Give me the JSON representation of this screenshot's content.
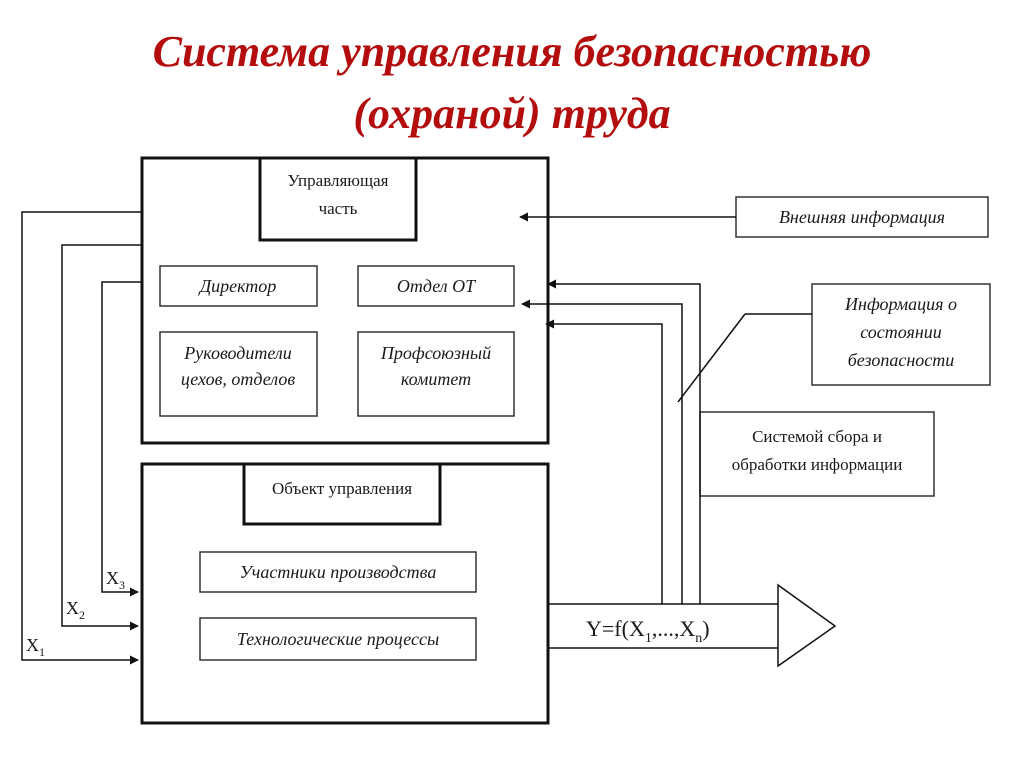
{
  "title": {
    "line1": "Система управления безопасностью",
    "line2": "(охраной) труда"
  },
  "control_part": {
    "label": [
      "Управляющая",
      "часть"
    ],
    "director": "Директор",
    "ot_dept": "Отдел ОТ",
    "heads": [
      "Руководители",
      "цехов, отделов"
    ],
    "union": [
      "Профсоюзный",
      "комитет"
    ]
  },
  "controlled_object": {
    "label": "Объект управления",
    "participants": "Участники производства",
    "processes": "Технологические процессы"
  },
  "external_info": "Внешняя информация",
  "safety_state_info": [
    "Информация о",
    "состоянии",
    "безопасности"
  ],
  "collection_system": [
    "Системой сбора и",
    "обработки информации"
  ],
  "output": {
    "left": "Y=f(X",
    "sub1": "1",
    "mid": ",...,X",
    "subn": "n",
    "right": ")"
  },
  "inputs": [
    {
      "letter": "X",
      "sub": "3"
    },
    {
      "letter": "X",
      "sub": "2"
    },
    {
      "letter": "X",
      "sub": "1"
    }
  ]
}
